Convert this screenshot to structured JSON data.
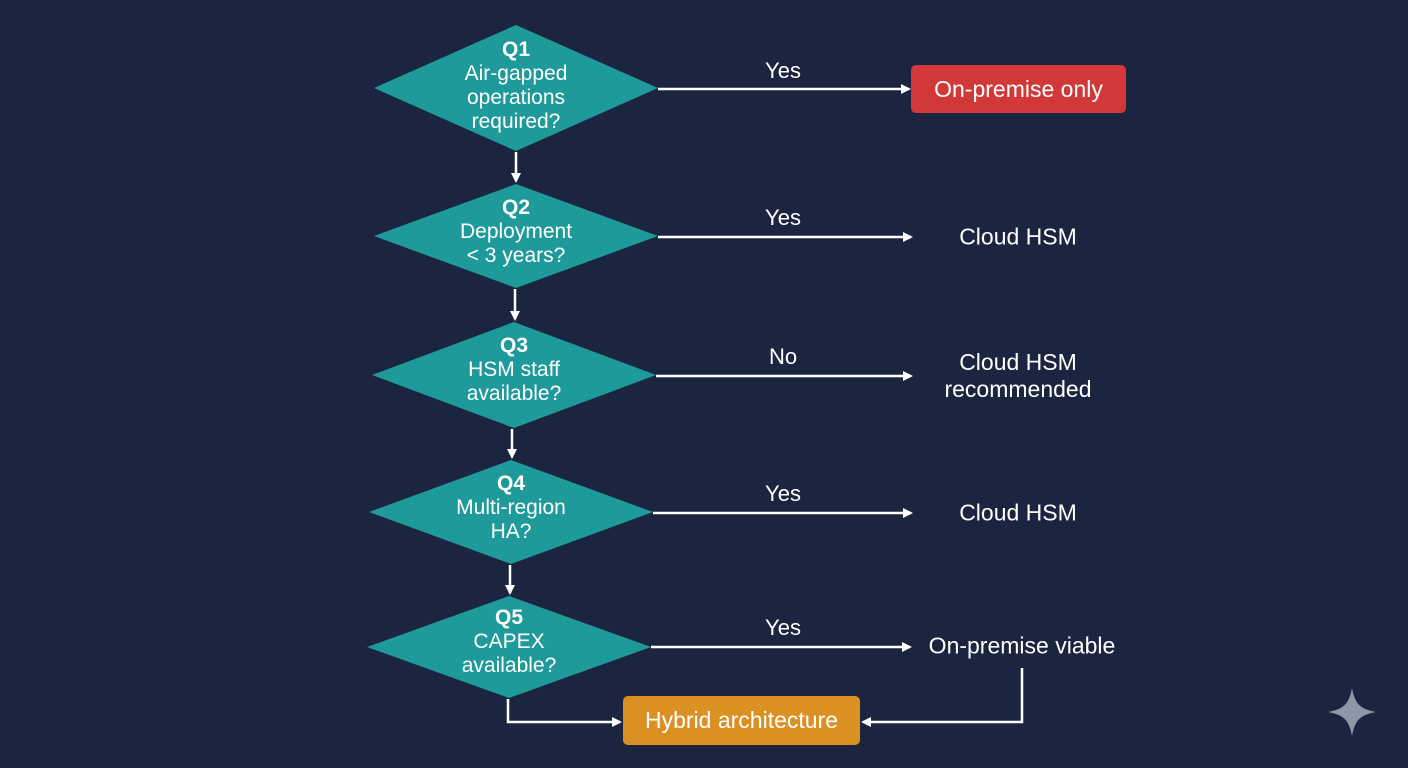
{
  "colors": {
    "background": "#1b2540",
    "decision": "#1f9a9a",
    "connector": "#ffffff",
    "danger": "#d23838",
    "warning": "#db9023"
  },
  "questions": [
    {
      "id": "Q1",
      "lines": [
        "Air-gapped",
        "operations",
        "required?"
      ]
    },
    {
      "id": "Q2",
      "lines": [
        "Deployment",
        "< 3 years?"
      ]
    },
    {
      "id": "Q3",
      "lines": [
        "HSM staff",
        "available?"
      ]
    },
    {
      "id": "Q4",
      "lines": [
        "Multi-region",
        "HA?"
      ]
    },
    {
      "id": "Q5",
      "lines": [
        "CAPEX",
        "available?"
      ]
    }
  ],
  "edges": [
    {
      "label": "Yes"
    },
    {
      "label": "Yes"
    },
    {
      "label": "No"
    },
    {
      "label": "Yes"
    },
    {
      "label": "Yes"
    }
  ],
  "outcomes": [
    {
      "lines": [
        "On-premise only"
      ]
    },
    {
      "lines": [
        "Cloud HSM"
      ]
    },
    {
      "lines": [
        "Cloud HSM",
        "recommended"
      ]
    },
    {
      "lines": [
        "Cloud HSM"
      ]
    },
    {
      "lines": [
        "On-premise viable"
      ]
    }
  ],
  "hybrid": {
    "label": "Hybrid architecture"
  },
  "watermark": "sparkle-icon"
}
